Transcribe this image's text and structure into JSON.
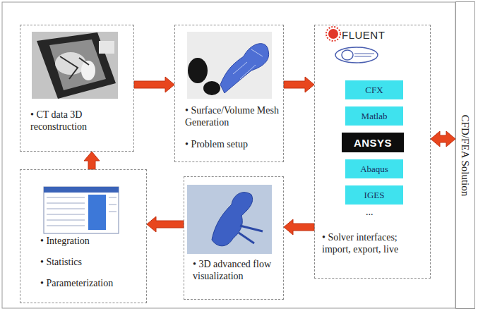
{
  "diagram": {
    "nodes": [
      {
        "text": [
          "• CT data 3D reconstruction"
        ]
      },
      {
        "text": [
          "• Surface/Volume Mesh Generation",
          "• Problem setup"
        ]
      },
      {
        "text": [
          "FLUENT",
          "...",
          "• Solver interfaces; import, export, live"
        ]
      },
      {
        "text": [
          "CFX"
        ],
        "in": 2
      },
      {
        "text": [
          "Matlab"
        ],
        "in": 2
      },
      {
        "text": [
          "ANSYS"
        ],
        "in": 2
      },
      {
        "text": [
          "Abaqus"
        ],
        "in": 2
      },
      {
        "text": [
          "IGES"
        ],
        "in": 2
      },
      {
        "text": [
          "• Integration",
          "• Statistics",
          "• Parameterization"
        ]
      },
      {
        "text": [
          "• 3D advanced flow visualization"
        ]
      },
      {
        "text": [
          "CFD/FEA Solution"
        ]
      }
    ],
    "edges": [
      {
        "from": 0,
        "to": 1,
        "arrow": "to"
      },
      {
        "from": 1,
        "to": 2,
        "arrow": "to"
      },
      {
        "from": 2,
        "to": 9,
        "arrow": "to"
      },
      {
        "from": 9,
        "to": 8,
        "arrow": "to"
      },
      {
        "from": 8,
        "to": 0,
        "arrow": "to"
      },
      {
        "from": 2,
        "to": 10,
        "arrow": "both"
      }
    ]
  }
}
